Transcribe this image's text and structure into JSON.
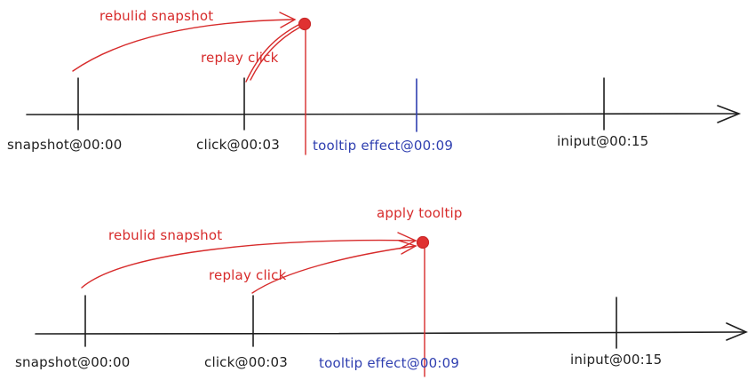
{
  "timelines": [
    {
      "axis_labels": {
        "snapshot": "snapshot@00:00",
        "click": "click@00:03",
        "tooltip": "tooltip effect@00:09",
        "input": "iniput@00:15"
      },
      "annotations": {
        "rebuild": "rebulid snapshot",
        "replay": "replay click"
      }
    },
    {
      "axis_labels": {
        "snapshot": "snapshot@00:00",
        "click": "click@00:03",
        "tooltip": "tooltip effect@00:09",
        "input": "iniput@00:15"
      },
      "annotations": {
        "rebuild": "rebulid snapshot",
        "replay": "replay click",
        "apply": "apply tooltip"
      }
    }
  ],
  "colors": {
    "axis": "#1e1e1e",
    "annotation": "#d72b2b",
    "tooltip_event": "#2f3fb0",
    "dot": "#e03131"
  }
}
